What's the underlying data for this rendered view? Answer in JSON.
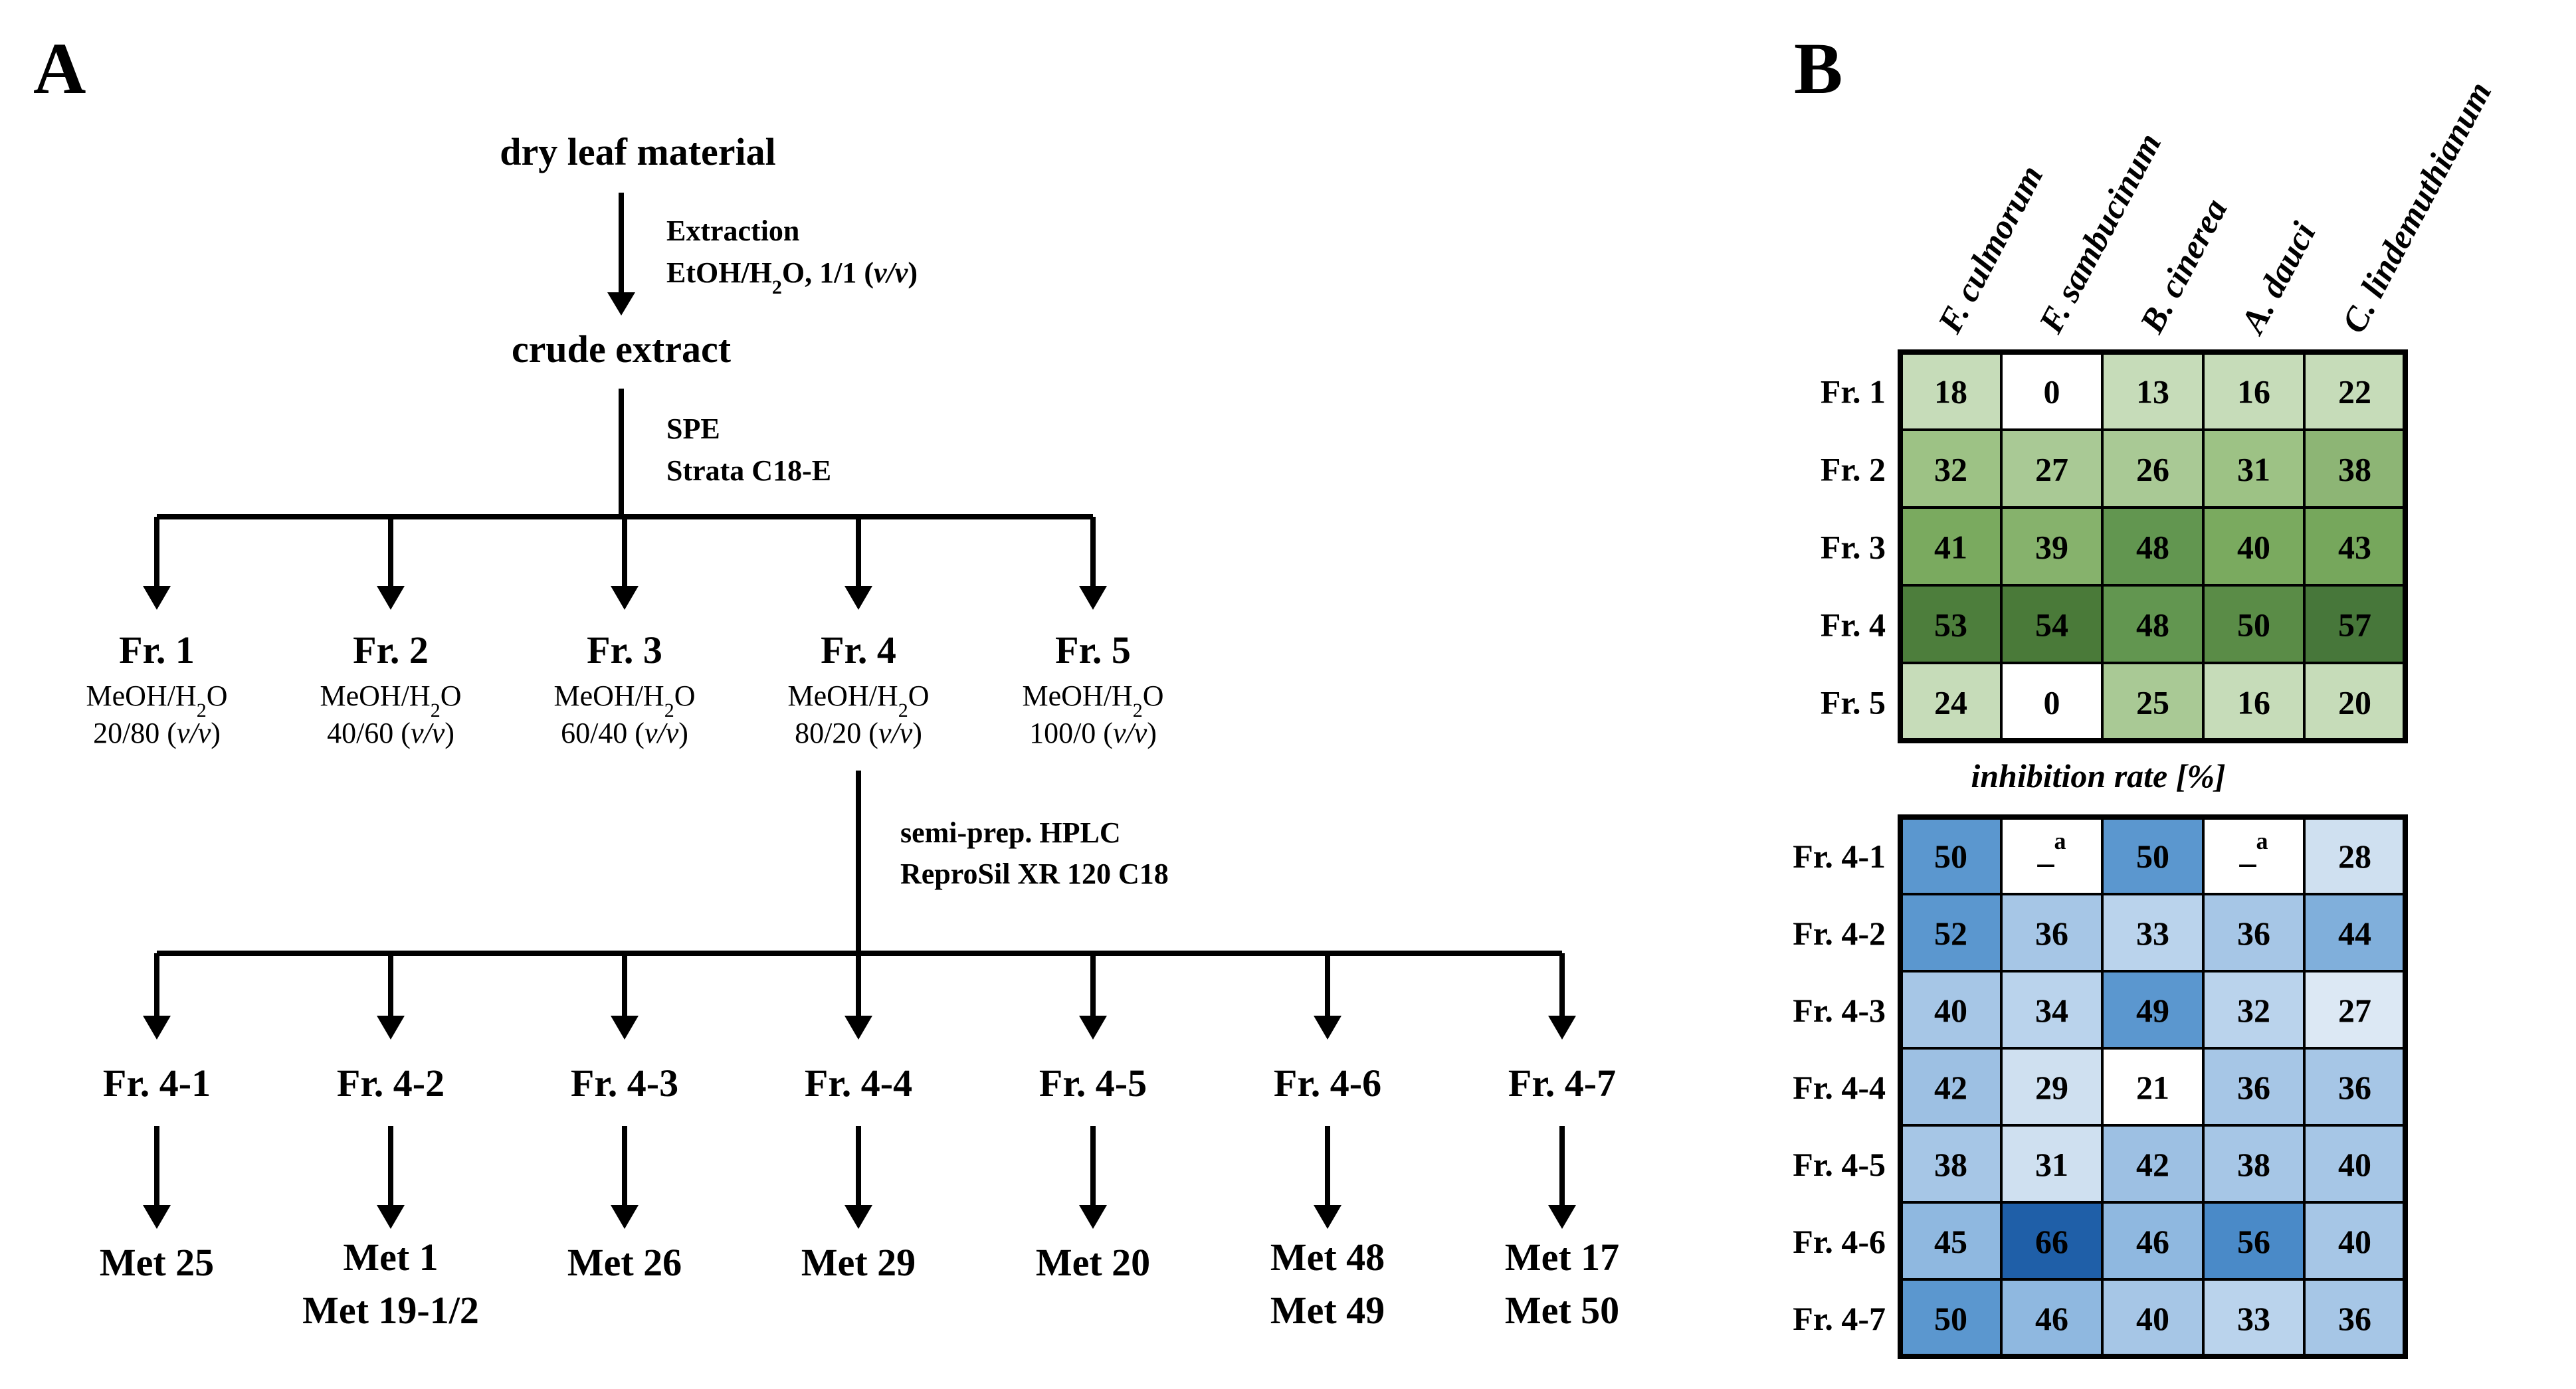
{
  "panel_a": {
    "label": "A",
    "start": "dry leaf material",
    "step1": {
      "title": "Extraction",
      "detail_pre": "EtOH/H",
      "detail_sub": "2",
      "detail_mid": "O, 1/1 (",
      "detail_it": "v/v",
      "detail_end": ")"
    },
    "crude": "crude extract",
    "step2": {
      "title": "SPE",
      "detail": "Strata C18-E"
    },
    "fractions": [
      {
        "name": "Fr. 1",
        "solvent": "MeOH/H",
        "sub": "2",
        "solvent_end": "O",
        "ratio": "20/80 (",
        "it": "v/v",
        "close": ")"
      },
      {
        "name": "Fr. 2",
        "solvent": "MeOH/H",
        "sub": "2",
        "solvent_end": "O",
        "ratio": "40/60 (",
        "it": "v/v",
        "close": ")"
      },
      {
        "name": "Fr. 3",
        "solvent": "MeOH/H",
        "sub": "2",
        "solvent_end": "O",
        "ratio": "60/40 (",
        "it": "v/v",
        "close": ")"
      },
      {
        "name": "Fr. 4",
        "solvent": "MeOH/H",
        "sub": "2",
        "solvent_end": "O",
        "ratio": "80/20 (",
        "it": "v/v",
        "close": ")"
      },
      {
        "name": "Fr. 5",
        "solvent": "MeOH/H",
        "sub": "2",
        "solvent_end": "O",
        "ratio": "100/0 (",
        "it": "v/v",
        "close": ")"
      }
    ],
    "step3": {
      "title": "semi-prep. HPLC",
      "detail": "ReproSil XR 120 C18"
    },
    "subfractions": [
      {
        "name": "Fr. 4-1",
        "mets": [
          "Met 25"
        ]
      },
      {
        "name": "Fr. 4-2",
        "mets": [
          "Met 1",
          "Met 19-1/2"
        ]
      },
      {
        "name": "Fr. 4-3",
        "mets": [
          "Met 26"
        ]
      },
      {
        "name": "Fr. 4-4",
        "mets": [
          "Met 29"
        ]
      },
      {
        "name": "Fr. 4-5",
        "mets": [
          "Met 20"
        ]
      },
      {
        "name": "Fr. 4-6",
        "mets": [
          "Met 48",
          "Met 49"
        ]
      },
      {
        "name": "Fr. 4-7",
        "mets": [
          "Met 17",
          "Met 50"
        ]
      }
    ]
  },
  "panel_b": {
    "label": "B",
    "columns": [
      "F. culmorum",
      "F. sambucinum",
      "B. cinerea",
      "A. dauci",
      "C. lindemuthianum"
    ],
    "caption": "inhibition rate [%]",
    "missing_marker": "_a",
    "top_table": {
      "rows": [
        "Fr. 1",
        "Fr. 2",
        "Fr. 3",
        "Fr. 4",
        "Fr. 5"
      ],
      "values": [
        [
          18,
          0,
          13,
          16,
          22
        ],
        [
          32,
          27,
          26,
          31,
          38
        ],
        [
          41,
          39,
          48,
          40,
          43
        ],
        [
          53,
          54,
          48,
          50,
          57
        ],
        [
          24,
          0,
          25,
          16,
          20
        ]
      ],
      "colors": [
        [
          "#c6dcb9",
          "#ffffff",
          "#c6dcb9",
          "#c6dcb9",
          "#c6dcb9"
        ],
        [
          "#9dc285",
          "#a9c995",
          "#a9c995",
          "#9dc285",
          "#8db575"
        ],
        [
          "#7aaa5f",
          "#86b26c",
          "#629650",
          "#7aaa5f",
          "#76a75c"
        ],
        [
          "#4d7e3c",
          "#4a7a39",
          "#629650",
          "#5a8c47",
          "#47773a"
        ],
        [
          "#c6dcb9",
          "#ffffff",
          "#a9c995",
          "#c6dcb9",
          "#c6dcb9"
        ]
      ]
    },
    "bottom_table": {
      "rows": [
        "Fr. 4-1",
        "Fr. 4-2",
        "Fr. 4-3",
        "Fr. 4-4",
        "Fr. 4-5",
        "Fr. 4-6",
        "Fr. 4-7"
      ],
      "values": [
        [
          50,
          null,
          50,
          null,
          28
        ],
        [
          52,
          36,
          33,
          36,
          44
        ],
        [
          40,
          34,
          49,
          32,
          27
        ],
        [
          42,
          29,
          21,
          36,
          36
        ],
        [
          38,
          31,
          42,
          38,
          40
        ],
        [
          45,
          66,
          46,
          56,
          40
        ],
        [
          50,
          46,
          40,
          33,
          36
        ]
      ],
      "colors": [
        [
          "#5b97cf",
          "#ffffff",
          "#5b97cf",
          "#ffffff",
          "#cfe0f0"
        ],
        [
          "#5b97cf",
          "#a6c6e6",
          "#bad3ec",
          "#a6c6e6",
          "#80afdb"
        ],
        [
          "#a6c6e6",
          "#bad3ec",
          "#5b97cf",
          "#bad3ec",
          "#dce8f4"
        ],
        [
          "#9dc0e3",
          "#cfe0f0",
          "#ffffff",
          "#a6c6e6",
          "#a6c6e6"
        ],
        [
          "#a6c6e6",
          "#cfe0f0",
          "#9dc0e3",
          "#a6c6e6",
          "#a6c6e6"
        ],
        [
          "#8fb8e0",
          "#1f5fa8",
          "#8fb8e0",
          "#4a8ac8",
          "#a6c6e6"
        ],
        [
          "#5b97cf",
          "#8fb8e0",
          "#a6c6e6",
          "#bad3ec",
          "#a6c6e6"
        ]
      ]
    }
  }
}
